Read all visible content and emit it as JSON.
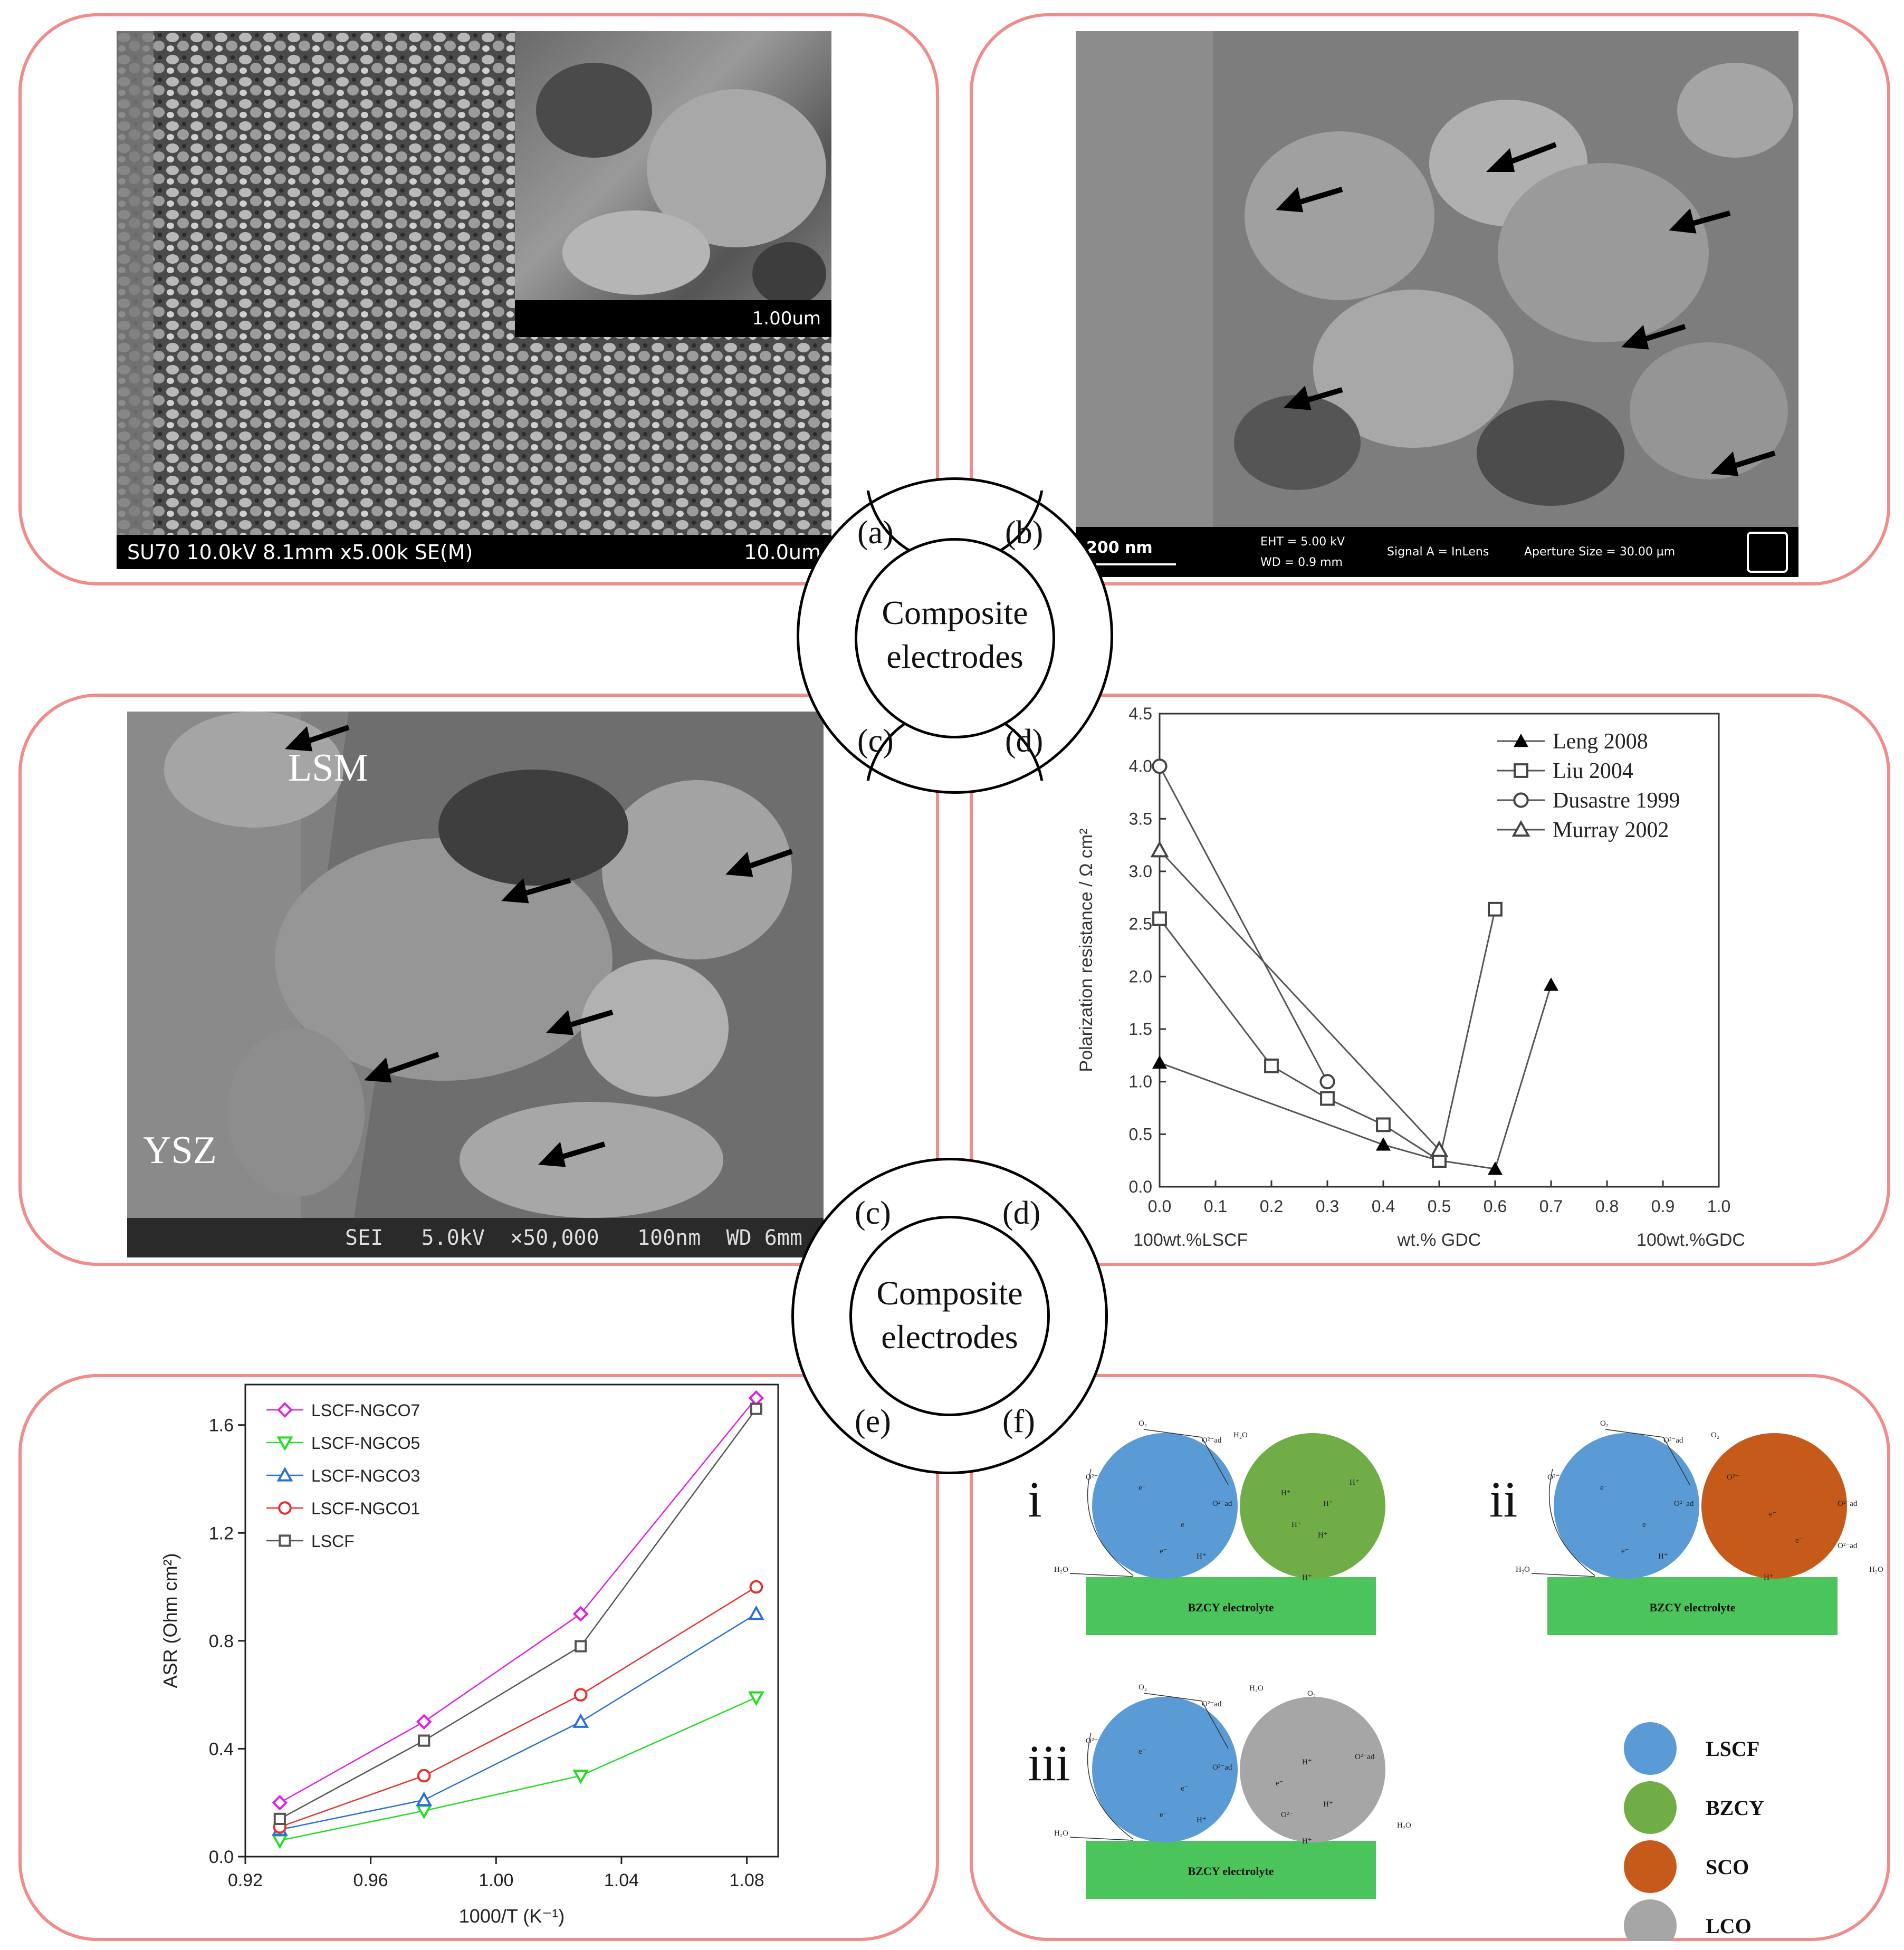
{
  "hub_top": {
    "line1": "Composite",
    "line2": "electrodes",
    "labels": [
      "(a)",
      "(b)",
      "(c)",
      "(d)"
    ]
  },
  "hub_bottom": {
    "line1": "Composite",
    "line2": "electrodes",
    "labels": [
      "(c)",
      "(d)",
      "(e)",
      "(f)"
    ]
  },
  "panel_a": {
    "info": "SU70 10.0kV 8.1mm x5.00k SE(M)",
    "scale": "10.0um",
    "inset_scale": "1.00um"
  },
  "panel_b": {
    "scale": "200 nm",
    "eht": "EHT =  5.00 kV",
    "wd": "WD =  0.9 mm",
    "signal": "Signal A = InLens",
    "aperture": "Aperture Size = 30.00 µm"
  },
  "panel_c": {
    "label_lsm": "LSM",
    "label_ysz": "YSZ",
    "info": "SEI   5.0kV  ×50,000   100nm  WD 6mm"
  },
  "panel_d": {
    "chart_data": {
      "type": "line",
      "ylabel": "Polarization resistance / Ω cm²",
      "xlabel": "wt.% GDC",
      "xlabel_left": "100wt.%LSCF",
      "xlabel_right": "100wt.%GDC",
      "xlim": [
        0.0,
        1.0
      ],
      "ylim": [
        0.0,
        4.5
      ],
      "xticks": [
        "0.0",
        "0.1",
        "0.2",
        "0.3",
        "0.4",
        "0.5",
        "0.6",
        "0.7",
        "0.8",
        "0.9",
        "1.0"
      ],
      "yticks": [
        "0.0",
        "0.5",
        "1.0",
        "1.5",
        "2.0",
        "2.5",
        "3.0",
        "3.5",
        "4.0",
        "4.5"
      ],
      "legend_position": "top-right",
      "series": [
        {
          "name": "Leng 2008",
          "marker": "triangle-filled",
          "x": [
            0.0,
            0.4,
            0.5,
            0.6,
            0.7
          ],
          "y": [
            1.18,
            0.4,
            0.25,
            0.17,
            1.92
          ]
        },
        {
          "name": "Liu 2004",
          "marker": "square-open",
          "x": [
            0.0,
            0.2,
            0.3,
            0.4,
            0.5,
            0.6
          ],
          "y": [
            2.55,
            1.15,
            0.84,
            0.59,
            0.25,
            2.64
          ]
        },
        {
          "name": "Dusastre 1999",
          "marker": "circle-open",
          "x": [
            0.0,
            0.3
          ],
          "y": [
            4.0,
            1.0
          ]
        },
        {
          "name": "Murray 2002",
          "marker": "triangle-open",
          "x": [
            0.0,
            0.5
          ],
          "y": [
            3.2,
            0.35
          ]
        }
      ]
    }
  },
  "panel_e": {
    "chart_data": {
      "type": "line",
      "ylabel": "ASR (Ohm cm²)",
      "xlabel": "1000/T (K⁻¹)",
      "xlim": [
        0.92,
        1.09
      ],
      "ylim": [
        0.0,
        1.75
      ],
      "xticks": [
        "0.92",
        "0.96",
        "1.00",
        "1.04",
        "1.08"
      ],
      "yticks": [
        "0.0",
        "0.4",
        "0.8",
        "1.2",
        "1.6"
      ],
      "legend_position": "top-left",
      "x": [
        0.931,
        0.977,
        1.027,
        1.083
      ],
      "series": [
        {
          "name": "LSCF-NGCO7",
          "color": "#e020e0",
          "marker": "diamond",
          "values": [
            0.2,
            0.5,
            0.9,
            1.7
          ]
        },
        {
          "name": "LSCF-NGCO5",
          "color": "#22dd22",
          "marker": "triangle-down",
          "values": [
            0.06,
            0.17,
            0.3,
            0.59
          ]
        },
        {
          "name": "LSCF-NGCO3",
          "color": "#2a6fdc",
          "marker": "triangle-up",
          "values": [
            0.1,
            0.21,
            0.5,
            0.9
          ]
        },
        {
          "name": "LSCF-NGCO1",
          "color": "#e83030",
          "marker": "circle",
          "values": [
            0.11,
            0.3,
            0.6,
            1.0
          ]
        },
        {
          "name": "LSCF",
          "color": "#555555",
          "marker": "square",
          "values": [
            0.14,
            0.43,
            0.78,
            1.66
          ]
        }
      ]
    }
  },
  "panel_f": {
    "subs": [
      {
        "roman": "i",
        "electrolyte": "BZCY electrolyte"
      },
      {
        "roman": "ii",
        "electrolyte": "BZCY electrolyte"
      },
      {
        "roman": "iii",
        "electrolyte": "BZCY electrolyte"
      }
    ],
    "legend": [
      {
        "label": "LSCF",
        "color": "#5b9bd5"
      },
      {
        "label": "BZCY",
        "color": "#70ad47"
      },
      {
        "label": "SCO",
        "color": "#c55a1b"
      },
      {
        "label": "LCO",
        "color": "#a6a6a6"
      }
    ],
    "electrolyte_color": "#4cc45c",
    "species": {
      "o2": "O₂",
      "oad": "O²⁻ad",
      "ion": "O²⁻",
      "hplus": "H⁺",
      "electron": "e⁻",
      "water": "H₂O"
    }
  }
}
